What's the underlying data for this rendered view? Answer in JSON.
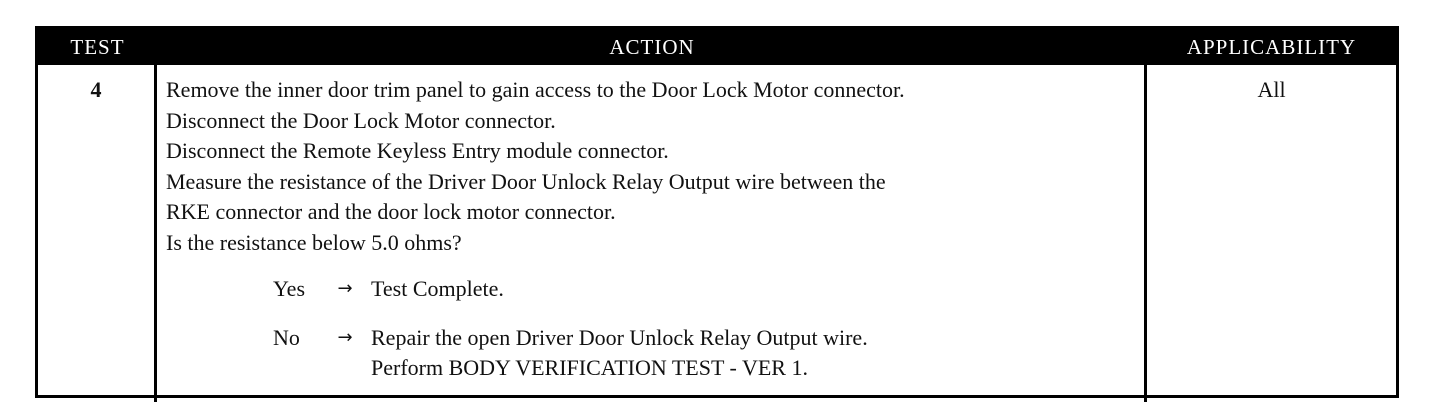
{
  "table": {
    "headers": {
      "test": "TEST",
      "action": "ACTION",
      "applicability": "APPLICABILITY"
    },
    "row": {
      "test": "4",
      "action_lines": [
        "Remove the inner door trim panel to gain access to the Door Lock Motor connector.",
        "Disconnect the Door Lock Motor connector.",
        "Disconnect the Remote Keyless Entry module connector.",
        "Measure the resistance of the Driver Door Unlock Relay Output wire between the",
        "RKE connector and the door lock motor connector.",
        "Is the resistance below 5.0 ohms?"
      ],
      "outcomes": [
        {
          "answer": "Yes",
          "arrow": "→",
          "lines": [
            "Test Complete."
          ]
        },
        {
          "answer": "No",
          "arrow": "→",
          "lines": [
            "Repair the open Driver Door Unlock Relay Output wire.",
            "Perform BODY VERIFICATION TEST - VER 1."
          ]
        }
      ],
      "applicability": "All"
    }
  }
}
